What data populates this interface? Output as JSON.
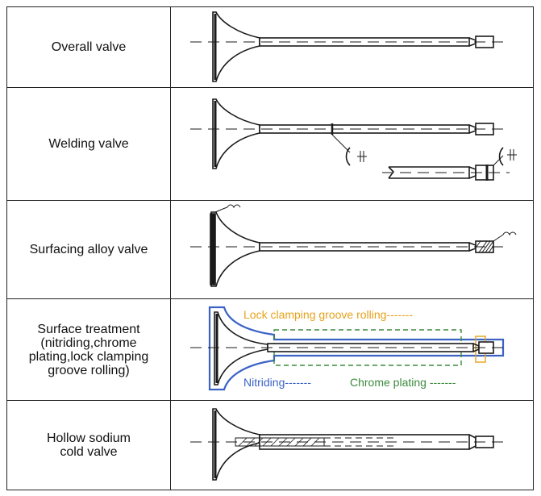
{
  "rows": [
    {
      "label": "Overall valve"
    },
    {
      "label": "Welding valve"
    },
    {
      "label": "Surfacing alloy valve"
    },
    {
      "label": "Surface treatment\n(nitriding,chrome\nplating,lock clamping\ngroove rolling)"
    },
    {
      "label": "Hollow sodium\ncold valve"
    }
  ],
  "annotations": {
    "lock_clamping": "Lock clamping groove rolling-------",
    "nitriding": "Nitriding-------",
    "chrome_plating": "Chrome plating -------"
  },
  "colors": {
    "nitriding": "#3b63c6",
    "chrome_plating": "#3c8a3c",
    "lock_clamping": "#e6a21a",
    "line": "#1a1a1a"
  }
}
